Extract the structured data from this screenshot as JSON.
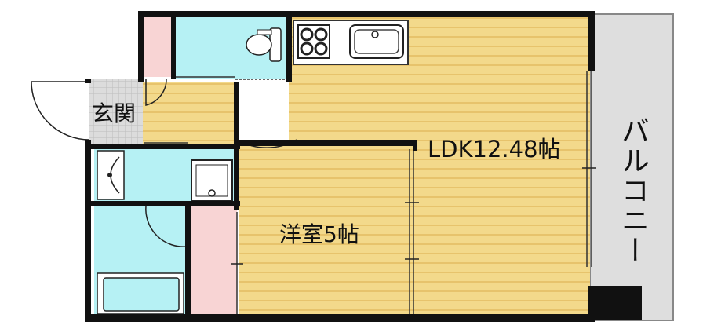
{
  "rooms": {
    "ldk": {
      "label": "LDK12.48帖"
    },
    "western_room": {
      "label": "洋室5帖"
    },
    "entrance": {
      "label": "玄関"
    },
    "balcony": {
      "label": "バルコニー"
    }
  },
  "colors": {
    "floor_wood": "#f3d98b",
    "floor_stripe": "#e7c36c",
    "wet_area": "#b6f1f4",
    "closet": "#f8d4d4",
    "entrance_tile": "#dcdcdc",
    "balcony": "#dedede",
    "wall": "#111111"
  },
  "icons": [
    "stove-icon",
    "sink-icon",
    "toilet-icon",
    "washbasin-icon",
    "washer-pan-icon",
    "bathtub-icon"
  ]
}
